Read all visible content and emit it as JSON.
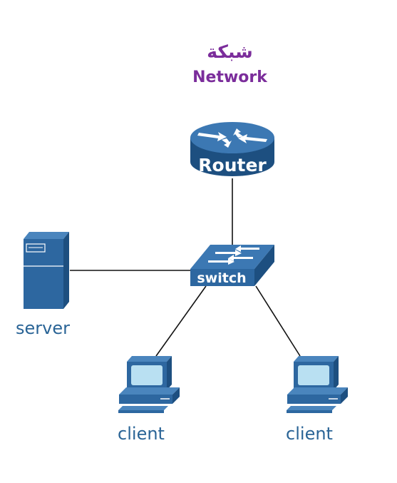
{
  "title": {
    "arabic": "شبكة",
    "english": "Network"
  },
  "nodes": {
    "router": {
      "label": "Router",
      "icon": "router-icon"
    },
    "switch": {
      "label": "switch",
      "icon": "switch-icon"
    },
    "server": {
      "label": "server",
      "icon": "server-icon"
    },
    "client_left": {
      "label": "client",
      "icon": "computer-icon"
    },
    "client_right": {
      "label": "client",
      "icon": "computer-icon"
    }
  },
  "connections": [
    {
      "from": "router",
      "to": "switch"
    },
    {
      "from": "server",
      "to": "switch"
    },
    {
      "from": "switch",
      "to": "client_left"
    },
    {
      "from": "switch",
      "to": "client_right"
    }
  ],
  "colors": {
    "title": "#7b2d9b",
    "device_fill": "#2d67a0",
    "device_dark": "#1d4f80",
    "device_light": "#4a85bd",
    "screen": "#b9e0f2",
    "label": "#2a6496",
    "line": "#111111"
  }
}
